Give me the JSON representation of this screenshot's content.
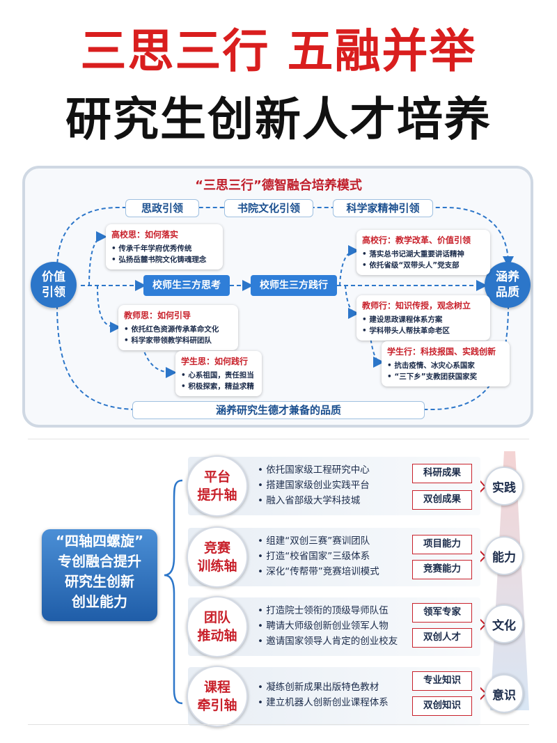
{
  "header": {
    "line1": "三思三行 五融并举",
    "line2": "研究生创新人才培养"
  },
  "model": {
    "title": "“三思三行”德智融合培养模式",
    "top_guides": [
      "思政引领",
      "书院文化引领",
      "科学家精神引领"
    ],
    "left_circle": "价值\n引领",
    "right_circle": "涵养\n品质",
    "center_left": "校师生三方思考",
    "center_right": "校师生三方践行",
    "bottom_label": "涵养研究生德才兼备的品质",
    "think_cards": [
      {
        "title": "高校思：如何落实",
        "items": [
          "传承千年学府优秀传统",
          "弘扬岳麓书院文化铸魂理念"
        ]
      },
      {
        "title": "教师思：如何引导",
        "items": [
          "依托红色资源传承革命文化",
          "科学家带领教学科研团队"
        ]
      },
      {
        "title": "学生思：如何践行",
        "items": [
          "心系祖国，责任担当",
          "积极探索，精益求精"
        ]
      }
    ],
    "act_cards": [
      {
        "title": "高校行：教学改革、价值引领",
        "items": [
          "落实总书记湖大重要讲话精神",
          "依托省级“双带头人”党支部"
        ]
      },
      {
        "title": "教师行：知识传授，观念树立",
        "items": [
          "建设思政课程体系方案",
          "学科带头人帮扶革命老区"
        ]
      },
      {
        "title": "学生行：科技报国、实践创新",
        "items": [
          "抗击疫情、冰灾心系国家",
          "“三下乡”支教团获国家奖"
        ]
      }
    ]
  },
  "spiral": {
    "main_box": "“四轴四螺旋”\n专创融合提升\n研究生创新\n创业能力",
    "axes": [
      {
        "name": "平台\n提升轴",
        "items": [
          "依托国家级工程研究中心",
          "搭建国家级创业实践平台",
          "融入省部级大学科技城"
        ],
        "tags": [
          "科研成果",
          "双创成果"
        ],
        "result": "实践"
      },
      {
        "name": "竞赛\n训练轴",
        "items": [
          "组建“双创三赛”赛训团队",
          "打造“校省国家”三级体系",
          "深化“传帮带”竞赛培训模式"
        ],
        "tags": [
          "项目能力",
          "竞赛能力"
        ],
        "result": "能力"
      },
      {
        "name": "团队\n推动轴",
        "items": [
          "打造院士领衔的顶级导师队伍",
          "聘请大师级创新创业领军人物",
          "邀请国家领导人肯定的创业校友"
        ],
        "tags": [
          "领军专家",
          "双创人才"
        ],
        "result": "文化"
      },
      {
        "name": "课程\n牵引轴",
        "items": [
          "凝练创新成果出版特色教材",
          "建立机器人创新创业课程体系"
        ],
        "tags": [
          "专业知识",
          "双创知识"
        ],
        "result": "意识"
      }
    ]
  },
  "colors": {
    "red": "#d91e1e",
    "blue": "#2c76c9",
    "dark": "#111111"
  }
}
